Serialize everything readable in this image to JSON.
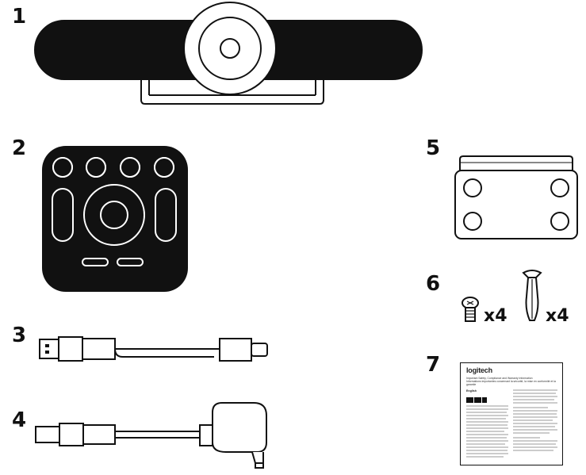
{
  "items": [
    {
      "number": "1"
    },
    {
      "number": "2"
    },
    {
      "number": "3"
    },
    {
      "number": "4"
    },
    {
      "number": "5"
    },
    {
      "number": "6"
    },
    {
      "number": "7"
    }
  ],
  "screws": {
    "quantity": "x4"
  },
  "anchors": {
    "quantity": "x4"
  },
  "documentation": {
    "brand": "logitech",
    "title": "Important Safety, Compliance and Warranty Information",
    "subtitle": "Informations importantes concernant la sécurité, la mise en conformité et la garantie",
    "language": "English"
  }
}
